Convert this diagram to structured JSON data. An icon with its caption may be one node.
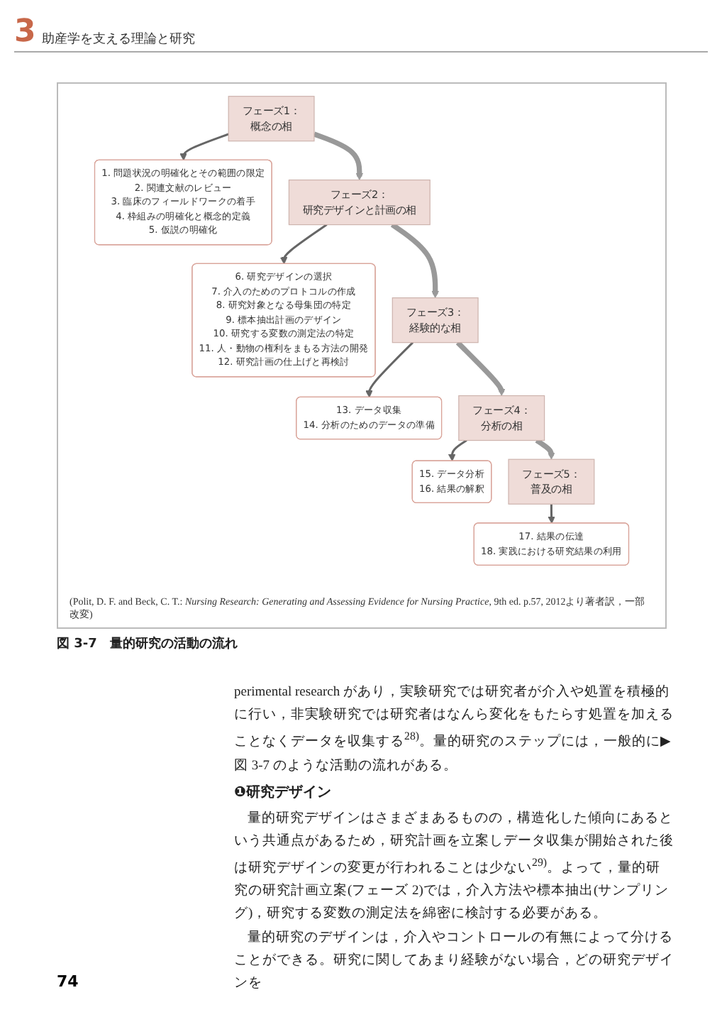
{
  "diagram": {
    "title": "助産学を支える理論と研究",
    "caption": "図 3-7　量的研究の活動の流れ",
    "nodes": [
      {
        "text": [
          "フェーズ1：",
          "概念の相"
        ]
      },
      {
        "text": [
          "1. 問題状況の明確化とその範囲の限定",
          "2. 関連文献のレビュー",
          "3. 臨床のフィールドワークの着手",
          "4. 枠組みの明確化と概念的定義",
          "5. 仮説の明確化"
        ]
      },
      {
        "text": [
          "フェーズ2：",
          "研究デザインと計画の相"
        ]
      },
      {
        "text": [
          "6. 研究デザインの選択",
          "7. 介入のためのプロトコルの作成",
          "8. 研究対象となる母集団の特定",
          "9. 標本抽出計画のデザイン",
          "10. 研究する変数の測定法の特定",
          "11. 人・動物の権利をまもる方法の開発",
          "12. 研究計画の仕上げと再検討"
        ]
      },
      {
        "text": [
          "フェーズ3：",
          "経験的な相"
        ]
      },
      {
        "text": [
          "13. データ収集",
          "14. 分析のためのデータの準備"
        ]
      },
      {
        "text": [
          "フェーズ4：",
          "分析の相"
        ]
      },
      {
        "text": [
          "15. データ分析",
          "16. 結果の解釈"
        ]
      },
      {
        "text": [
          "フェーズ5：",
          "普及の相"
        ]
      },
      {
        "text": [
          "17. 結果の伝達",
          "18. 実践における研究結果の利用"
        ]
      }
    ],
    "edges": [
      {
        "from": 0,
        "to": 1,
        "arrow": "to"
      },
      {
        "from": 0,
        "to": 2,
        "arrow": "to",
        "style": "thick",
        "color": "#999999"
      },
      {
        "from": 2,
        "to": 3,
        "arrow": "to"
      },
      {
        "from": 2,
        "to": 4,
        "arrow": "to",
        "style": "thick",
        "color": "#999999"
      },
      {
        "from": 4,
        "to": 5,
        "arrow": "to"
      },
      {
        "from": 4,
        "to": 6,
        "arrow": "to",
        "style": "thick",
        "color": "#999999"
      },
      {
        "from": 6,
        "to": 7,
        "arrow": "to"
      },
      {
        "from": 6,
        "to": 8,
        "arrow": "to",
        "style": "thick",
        "color": "#999999"
      },
      {
        "from": 8,
        "to": 9,
        "arrow": "to"
      }
    ],
    "labels": [
      "3",
      "(Polit, D. F. and Beck, C. T.: *Nursing Research: Generating and Assessing Evidence for Nursing Practice*, 9th ed. p.57, 2012より著者訳，一部改変)",
      "perimental research があり，実験研究では研究者が介入や処置を積極的に行い，非実験研究では研究者はなんら変化をもたらす処置を加えることなくデータを収集する$^{28)}$。量的研究のステップには，一般的に▶図 3-7 のような活動の流れがある。",
      "❶研究デザイン",
      "量的研究デザインはさまざまあるものの，構造化した傾向にあるという共通点があるため，研究計画を立案しデータ収集が開始された後は研究デザインの変更が行われることは少ない$^{29)}$。よって，量的研究の研究計画立案(フェーズ 2)では，介入方法や標本抽出(サンプリング)，研究する変数の測定法を綿密に検討する必要がある。",
      "量的研究のデザインは，介入やコントロールの有無によって分けることができる。研究に関してあまり経験がない場合，どの研究デザインを",
      "74"
    ]
  }
}
